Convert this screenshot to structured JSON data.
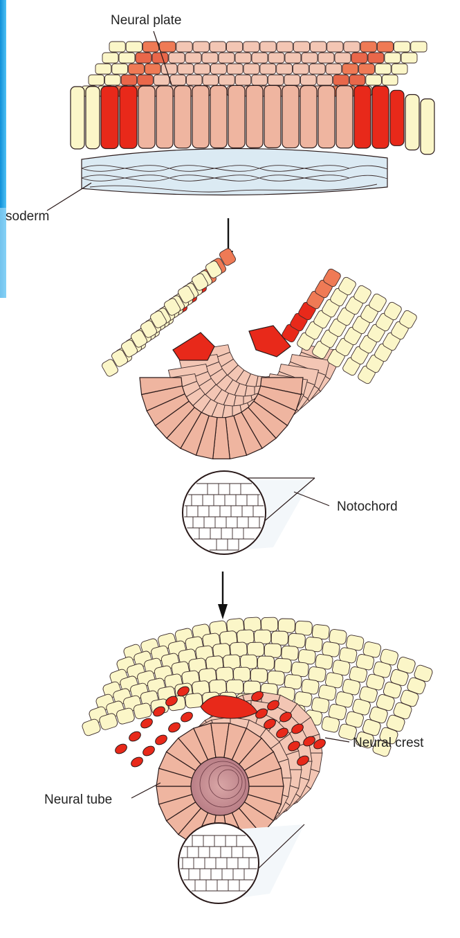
{
  "labels": {
    "neural_plate": "Neural plate",
    "mesoderm": "soderm",
    "notochord": "Notochord",
    "neural_crest": "Neural crest",
    "neural_tube": "Neural tube"
  },
  "colors": {
    "ectoderm": "#fbf6c8",
    "neural": "#efb5a0",
    "neural_back": "#f3c6b4",
    "neural_crest": "#e8291a",
    "neural_crest_light": "#ef7a55",
    "mesoderm": "#dbeaf3",
    "notochord": "#ffffff",
    "outline": "#2a1a1a",
    "accent_bar": "#1aa3e8"
  }
}
